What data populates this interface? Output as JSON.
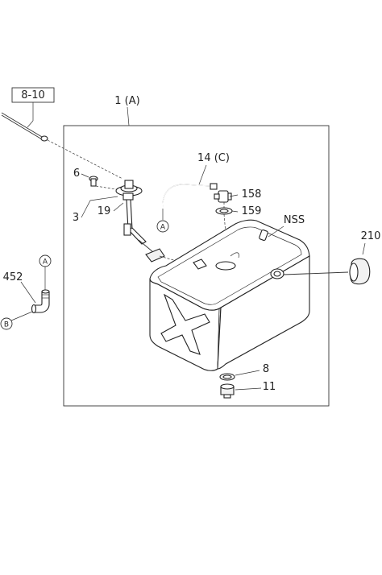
{
  "labels": {
    "ref_8_10": "8-10",
    "assembly_1a": "1 (A)",
    "hose_14c": "14 (C)",
    "p6": "6",
    "p3": "3",
    "p19": "19",
    "p158": "158",
    "p159": "159",
    "nss": "NSS",
    "p210": "210",
    "p452": "452",
    "p8": "8",
    "p11": "11"
  },
  "markers": {
    "a_hose": "A",
    "a_left": "A",
    "b_left": "B"
  }
}
